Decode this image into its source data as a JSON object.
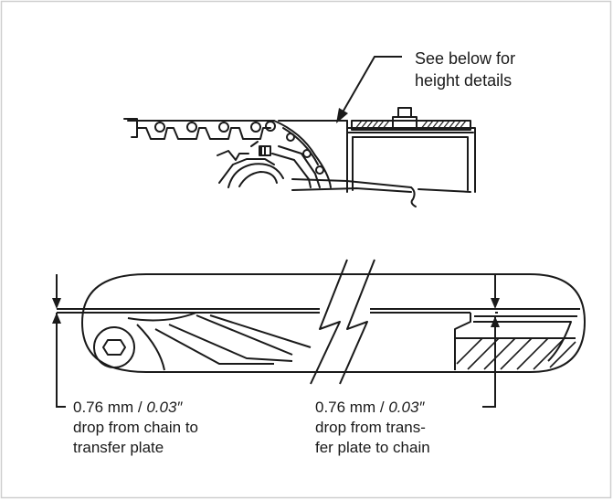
{
  "callout_top": {
    "line1": "See below for",
    "line2": "height details"
  },
  "callout_left": {
    "value_metric": "0.76 mm / ",
    "value_imperial": "0.03″",
    "line2": "drop from chain to",
    "line3": "transfer plate"
  },
  "callout_right": {
    "value_metric": "0.76 mm / ",
    "value_imperial": "0.03″",
    "line2": "drop from trans-",
    "line3": "fer plate to chain"
  },
  "colors": {
    "line": "#1a1a1a",
    "border": "#cfcfcf",
    "background": "#ffffff"
  }
}
